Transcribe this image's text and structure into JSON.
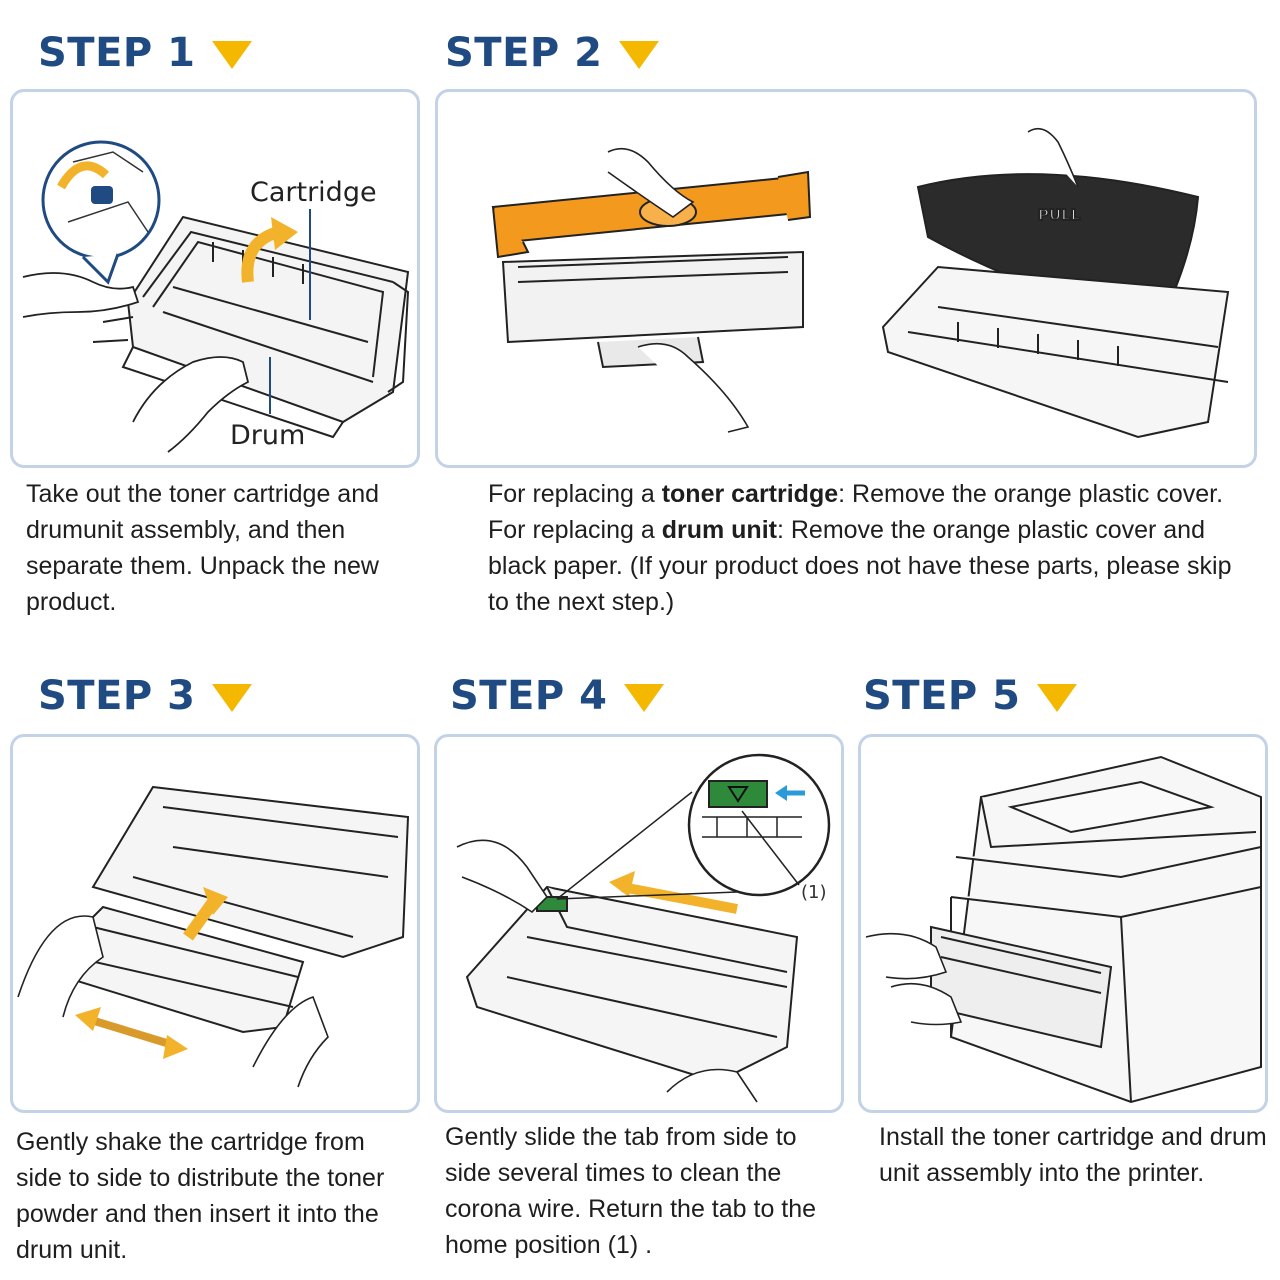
{
  "steps": [
    {
      "title": "STEP 1",
      "labels": {
        "cartridge": "Cartridge",
        "drum": "Drum"
      },
      "description": "Take out the toner cartridge and drumunit assembly, and then separate them. Unpack the new product."
    },
    {
      "title": "STEP 2",
      "pull_label": "PULL",
      "description_line1_prefix": "For replacing a ",
      "description_line1_bold": "toner cartridge",
      "description_line1_suffix": ": Remove the orange plastic cover.",
      "description_line2_prefix": "For replacing a ",
      "description_line2_bold": "drum unit",
      "description_line2_suffix": ": Remove the orange plastic cover and black paper. (If your product does not have these parts, please skip to the next step.)"
    },
    {
      "title": "STEP 3",
      "description": "Gently shake the cartridge from side to side to distribute the toner powder and then insert it into the drum unit."
    },
    {
      "title": "STEP 4",
      "callout_label": "(1)",
      "description": "Gently slide the tab from side to side several times to clean the corona wire. Return the tab to the  home position (1) ."
    },
    {
      "title": "STEP 5",
      "description": "Install the toner cartridge and drum unit assembly into the printer."
    }
  ],
  "colors": {
    "title": "#1f4a82",
    "marker": "#f5b800",
    "panel_border": "#c3d2e6",
    "arrow": "#f2b22a",
    "orange_cover": "#f39a1e",
    "black_paper": "#2b2b2b",
    "tab_green": "#2e8a3a",
    "blue_arrow": "#2b9ad8"
  },
  "icons": [
    "down-triangle-marker",
    "curved-arrow",
    "double-arrow",
    "insert-arrow",
    "blue-left-arrow"
  ]
}
